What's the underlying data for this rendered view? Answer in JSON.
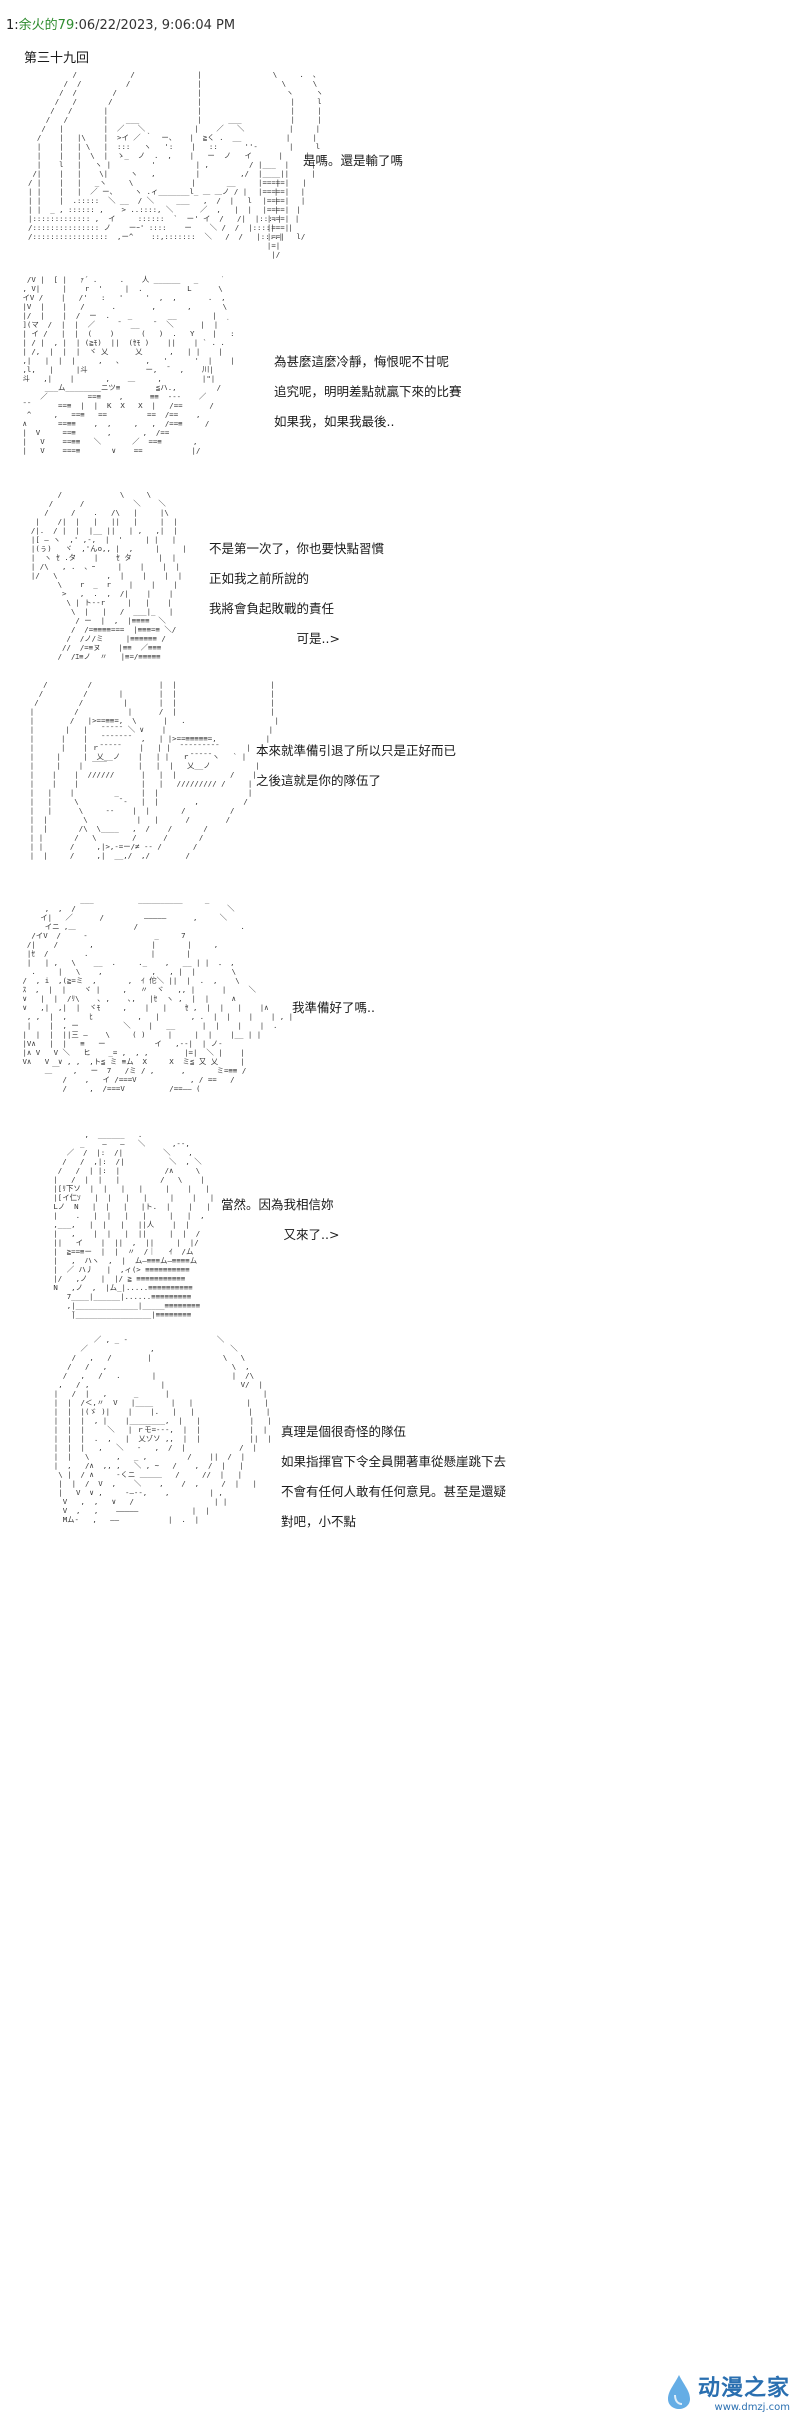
{
  "post": {
    "number": "1",
    "separator": ":",
    "author": "余火的79",
    "datetime": ":06/22/2023, 9:06:04 PM"
  },
  "chapter_title": "第三十九回",
  "panels": [
    {
      "lines": [
        "是嗎。還是輸了嗎"
      ]
    },
    {
      "lines": [
        "為甚麼這麼冷靜，悔恨呢不甘呢",
        "追究呢，明明差點就贏下來的比賽",
        "如果我，如果我最後.."
      ]
    },
    {
      "lines": [
        "不是第一次了，你也要快點習慣",
        "正如我之前所說的",
        "我將會負起敗戰的責任",
        "　　　　　　　可是..>"
      ]
    },
    {
      "lines": [
        "本來就準備引退了所以只是正好而已",
        "之後這就是你的隊伍了"
      ]
    },
    {
      "lines": [
        "我準備好了嗎.."
      ]
    },
    {
      "lines": [
        "當然。因為我相信妳",
        "　　　　　又來了..>"
      ]
    },
    {
      "lines": [
        "真理是個很奇怪的隊伍",
        "如果指揮官下令全員開著車從懸崖跳下去",
        "不會有任何人敢有任何意見。甚至是還疑",
        "對吧，小不點"
      ]
    }
  ],
  "watermark": {
    "name": "动漫之家",
    "url": "www.dmzj.com",
    "color": "#2a6fb0"
  }
}
